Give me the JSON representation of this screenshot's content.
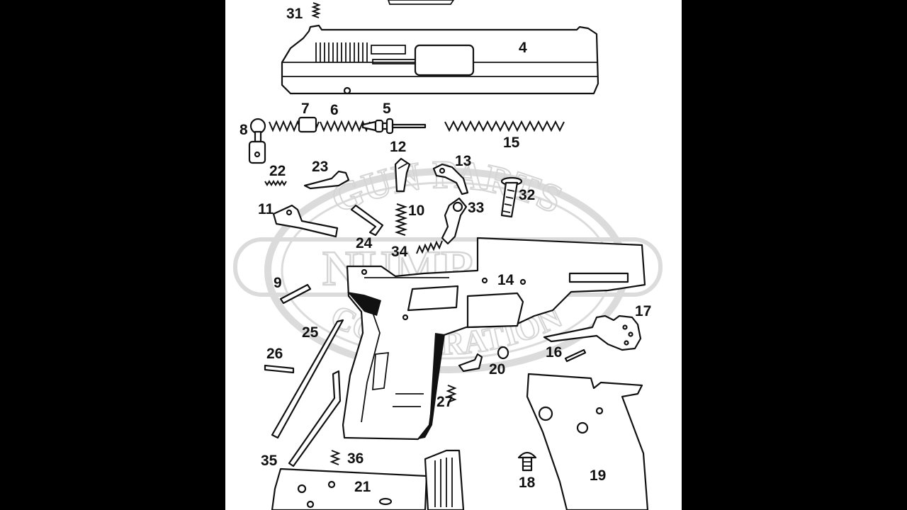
{
  "diagram": {
    "watermark": {
      "top_arc": "GUN PARTS",
      "center": "NUMRICH",
      "bottom_arc": "CORPORATION"
    },
    "part_labels": [
      {
        "id": "31",
        "text": "31"
      },
      {
        "id": "4",
        "text": "4"
      },
      {
        "id": "7",
        "text": "7"
      },
      {
        "id": "6",
        "text": "6"
      },
      {
        "id": "5",
        "text": "5"
      },
      {
        "id": "8",
        "text": "8"
      },
      {
        "id": "15",
        "text": "15"
      },
      {
        "id": "12",
        "text": "12"
      },
      {
        "id": "13",
        "text": "13"
      },
      {
        "id": "22",
        "text": "22"
      },
      {
        "id": "23",
        "text": "23"
      },
      {
        "id": "32",
        "text": "32"
      },
      {
        "id": "11",
        "text": "11"
      },
      {
        "id": "10",
        "text": "10"
      },
      {
        "id": "33",
        "text": "33"
      },
      {
        "id": "24",
        "text": "24"
      },
      {
        "id": "34",
        "text": "34"
      },
      {
        "id": "9",
        "text": "9"
      },
      {
        "id": "14",
        "text": "14"
      },
      {
        "id": "17",
        "text": "17"
      },
      {
        "id": "25",
        "text": "25"
      },
      {
        "id": "26",
        "text": "26"
      },
      {
        "id": "16",
        "text": "16"
      },
      {
        "id": "20",
        "text": "20"
      },
      {
        "id": "27",
        "text": "27"
      },
      {
        "id": "19",
        "text": "19"
      },
      {
        "id": "35",
        "text": "35"
      },
      {
        "id": "36",
        "text": "36"
      },
      {
        "id": "21",
        "text": "21"
      },
      {
        "id": "18",
        "text": "18"
      }
    ]
  }
}
